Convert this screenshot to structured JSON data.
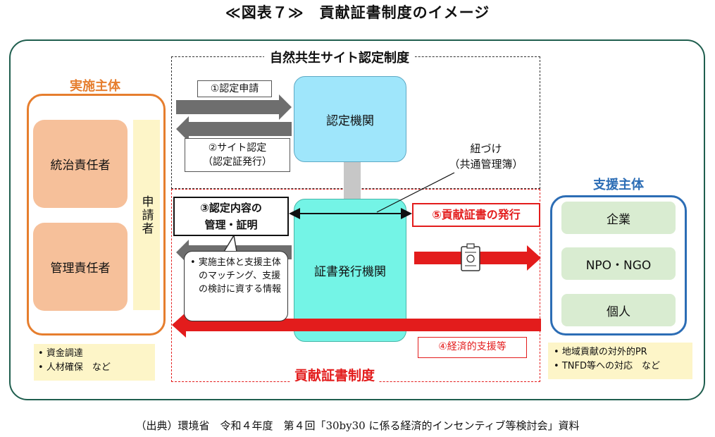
{
  "figure_title": "≪図表７≫　貢献証書制度のイメージ",
  "system_black_title": "自然共生サイト認定制度",
  "system_red_title": "貢献証書制度",
  "implementer": {
    "title": "実施主体",
    "roles": [
      "統治責任者",
      "管理責任者"
    ],
    "applicant": "申請者",
    "benefits": [
      "資金調達",
      "人材確保　など"
    ]
  },
  "supporter": {
    "title": "支援主体",
    "entities": [
      "企業",
      "NPO・NGO",
      "個人"
    ],
    "benefits": [
      "地域貢献の対外的PR",
      "TNFD等への対応　など"
    ]
  },
  "certification_body": "認定機関",
  "issuing_body": "証書発行機関",
  "steps": {
    "step1": "①認定申請",
    "step2_line1": "②サイト認定",
    "step2_line2": "（認定証発行）",
    "step3_line1": "③認定内容の",
    "step3_line2": "管理・証明",
    "step4": "④経済的支援等",
    "step5": "⑤貢献証書の発行"
  },
  "link_label_line1": "紐づけ",
  "link_label_line2": "（共通管理簿）",
  "callout_text": "実施主体と支援主体のマッチング、支援の検討に資する情報",
  "source": "（出典）環境省　令和４年度　第４回「30by30 に係る経済的インセンティブ等検討会」資料",
  "colors": {
    "orange": "#e67e2e",
    "blue": "#2c6db5",
    "red": "#e31c1c",
    "teal_border": "#1f5e4e",
    "grey_arrow": "#6e6e6e"
  }
}
